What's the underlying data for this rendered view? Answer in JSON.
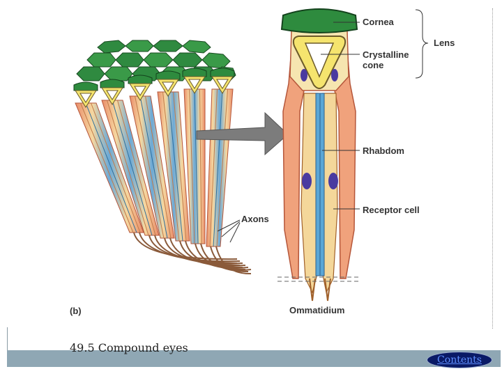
{
  "labels": {
    "cornea": "Cornea",
    "crystalline_cone_line1": "Crystalline",
    "crystalline_cone_line2": "cone",
    "lens": "Lens",
    "rhabdom": "Rhabdom",
    "receptor_cell": "Receptor cell",
    "axons": "Axons",
    "panel": "(b)",
    "ommatidium": "Ommatidium"
  },
  "caption": "49.5  Compound eyes",
  "contents_button": "Contents",
  "colors": {
    "cornea_green": "#2e8b3e",
    "cone_yellow": "#f6e79a",
    "pigment_salmon": "#f0a27c",
    "rhabdom_blue": "#5aa6d6",
    "nucleus_purple": "#4a3aa0",
    "arrow_gray": "#7a7a7a",
    "caption_bar": "#8fa7b4",
    "button_bg": "#0a1a66"
  }
}
